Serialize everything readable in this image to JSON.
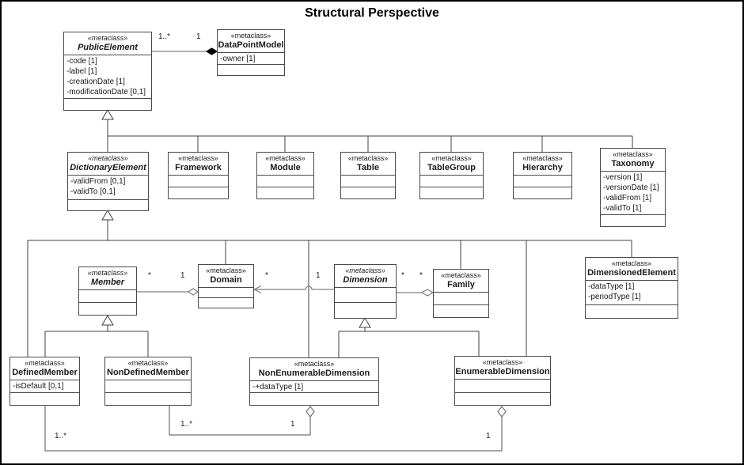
{
  "title": "Structural Perspective",
  "stereotype": "«metaclass»",
  "colors": {
    "box_border": "#4a4a4a",
    "generalization_line": "#404040",
    "association_line": "#808080",
    "text": "#1a1a1a",
    "background": "#ffffff"
  },
  "classes": {
    "publicElement": {
      "name": "PublicElement",
      "abstract": true,
      "attributes": [
        "-code [1]",
        "-label [1]",
        "-creationDate [1]",
        "-modificationDate [0,1]"
      ]
    },
    "dataPointModel": {
      "name": "DataPointModel",
      "abstract": false,
      "attributes": [
        "-owner [1]"
      ]
    },
    "dictionaryElement": {
      "name": "DictionaryElement",
      "abstract": true,
      "attributes": [
        "-validFrom [0,1]",
        "-validTo [0,1]"
      ]
    },
    "framework": {
      "name": "Framework",
      "abstract": false,
      "attributes": []
    },
    "module": {
      "name": "Module",
      "abstract": false,
      "attributes": []
    },
    "table": {
      "name": "Table",
      "abstract": false,
      "attributes": []
    },
    "tableGroup": {
      "name": "TableGroup",
      "abstract": false,
      "attributes": []
    },
    "hierarchy": {
      "name": "Hierarchy",
      "abstract": false,
      "attributes": []
    },
    "taxonomy": {
      "name": "Taxonomy",
      "abstract": false,
      "attributes": [
        "-version [1]",
        "-versionDate [1]",
        "-validFrom [1]",
        "-validTo [1]"
      ]
    },
    "member": {
      "name": "Member",
      "abstract": true,
      "attributes": []
    },
    "domain": {
      "name": "Domain",
      "abstract": false,
      "attributes": []
    },
    "dimension": {
      "name": "Dimension",
      "abstract": true,
      "attributes": []
    },
    "family": {
      "name": "Family",
      "abstract": false,
      "attributes": []
    },
    "dimensionedElement": {
      "name": "DimensionedElement",
      "abstract": false,
      "attributes": [
        "-dataType [1]",
        "-periodType [1]"
      ]
    },
    "definedMember": {
      "name": "DefinedMember",
      "abstract": false,
      "attributes": [
        "-isDefault [0,1]"
      ]
    },
    "nonDefinedMember": {
      "name": "NonDefinedMember",
      "abstract": false,
      "attributes": []
    },
    "nonEnumerableDimension": {
      "name": "NonEnumerableDimension",
      "abstract": false,
      "attributes": [
        "-+dataType [1]"
      ]
    },
    "enumerableDimension": {
      "name": "EnumerableDimension",
      "abstract": false,
      "attributes": []
    }
  },
  "multiplicities": {
    "publicElement_end": "1..*",
    "dataPointModel_end": "1",
    "member_end": "*",
    "domain_member_end": "1",
    "domain_dimension_end": "*",
    "dimension_domain_end": "1",
    "dimension_family_end": "*",
    "family_dimension_end": "*",
    "nonDefinedMember_end": "1..*",
    "nonEnumerableDimension_end": "1",
    "definedMember_end": "1..*",
    "enumerableDimension_end": "1"
  }
}
